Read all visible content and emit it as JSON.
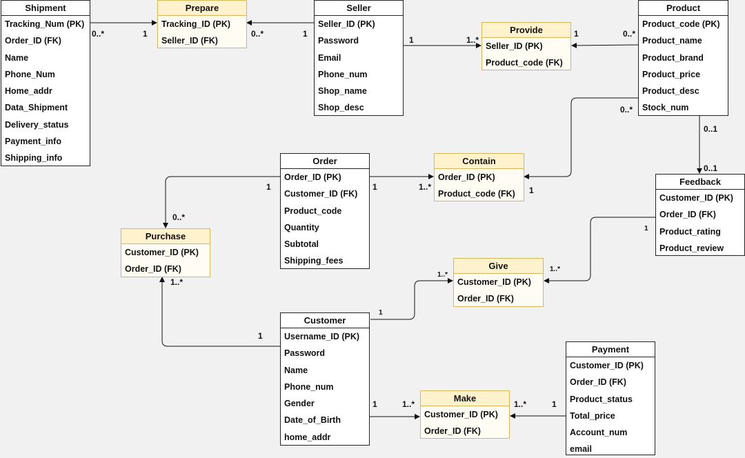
{
  "entities": {
    "shipment": {
      "title": "Shipment",
      "attrs": [
        "Tracking_Num (PK)",
        "Order_ID (FK)",
        "Name",
        "Phone_Num",
        "Home_addr",
        "Data_Shipment",
        "Delivery_status",
        "Payment_info",
        "Shipping_info"
      ]
    },
    "prepare": {
      "title": "Prepare",
      "attrs": [
        "Tracking_ID (PK)",
        "Seller_ID (FK)"
      ]
    },
    "seller": {
      "title": "Seller",
      "attrs": [
        "Seller_ID (PK)",
        "Password",
        "Email",
        "Phone_num",
        "Shop_name",
        "Shop_desc"
      ]
    },
    "provide": {
      "title": "Provide",
      "attrs": [
        "Seller_ID (PK)",
        "Product_code (FK)"
      ]
    },
    "product": {
      "title": "Product",
      "attrs": [
        "Product_code (PK)",
        "Product_name",
        "Product_brand",
        "Product_price",
        "Product_desc",
        "Stock_num"
      ]
    },
    "order": {
      "title": "Order",
      "attrs": [
        "Order_ID (PK)",
        "Customer_ID (FK)",
        "Product_code",
        "Quantity",
        "Subtotal",
        "Shipping_fees"
      ]
    },
    "contain": {
      "title": "Contain",
      "attrs": [
        "Order_ID (PK)",
        "Product_code (FK)"
      ]
    },
    "feedback": {
      "title": "Feedback",
      "attrs": [
        "Customer_ID (PK)",
        "Order_ID (FK)",
        "Product_rating",
        "Product_review"
      ]
    },
    "purchase": {
      "title": "Purchase",
      "attrs": [
        "Customer_ID (PK)",
        "Order_ID (FK)"
      ]
    },
    "give": {
      "title": "Give",
      "attrs": [
        "Customer_ID (PK)",
        "Order_ID (FK)"
      ]
    },
    "customer": {
      "title": "Customer",
      "attrs": [
        "Username_ID (PK)",
        "Password",
        "Name",
        "Phone_num",
        "Gender",
        "Date_of_Birth",
        "home_addr"
      ]
    },
    "make": {
      "title": "Make",
      "attrs": [
        "Customer_ID (PK)",
        "Order_ID (FK)"
      ]
    },
    "payment": {
      "title": "Payment",
      "attrs": [
        "Customer_ID (PK)",
        "Order_ID (FK)",
        "Product_status",
        "Total_price",
        "Account_num",
        "email"
      ]
    }
  },
  "relationships": [
    {
      "from": "Shipment",
      "to": "Prepare",
      "from_mult": "0..*",
      "to_mult": "1"
    },
    {
      "from": "Seller",
      "to": "Prepare",
      "from_mult": "1",
      "to_mult": "0..*"
    },
    {
      "from": "Seller",
      "to": "Provide",
      "from_mult": "1",
      "to_mult": "1..*"
    },
    {
      "from": "Product",
      "to": "Provide",
      "from_mult": "0..*",
      "to_mult": "1"
    },
    {
      "from": "Product",
      "to": "Contain",
      "from_mult": "0..*",
      "to_mult": "1"
    },
    {
      "from": "Product",
      "to": "Feedback",
      "from_mult": "0..1",
      "to_mult": "0..1"
    },
    {
      "from": "Order",
      "to": "Contain",
      "from_mult": "1",
      "to_mult": "1..*"
    },
    {
      "from": "Order",
      "to": "Purchase",
      "from_mult": "1",
      "to_mult": "0..*"
    },
    {
      "from": "Feedback",
      "to": "Give",
      "from_mult": "1",
      "to_mult": "1..*"
    },
    {
      "from": "Customer",
      "to": "Give",
      "from_mult": "1",
      "to_mult": "1..*"
    },
    {
      "from": "Customer",
      "to": "Purchase",
      "from_mult": "1",
      "to_mult": "1..*"
    },
    {
      "from": "Customer",
      "to": "Make",
      "from_mult": "1",
      "to_mult": "1..*"
    },
    {
      "from": "Payment",
      "to": "Make",
      "from_mult": "1",
      "to_mult": "1..*"
    }
  ]
}
